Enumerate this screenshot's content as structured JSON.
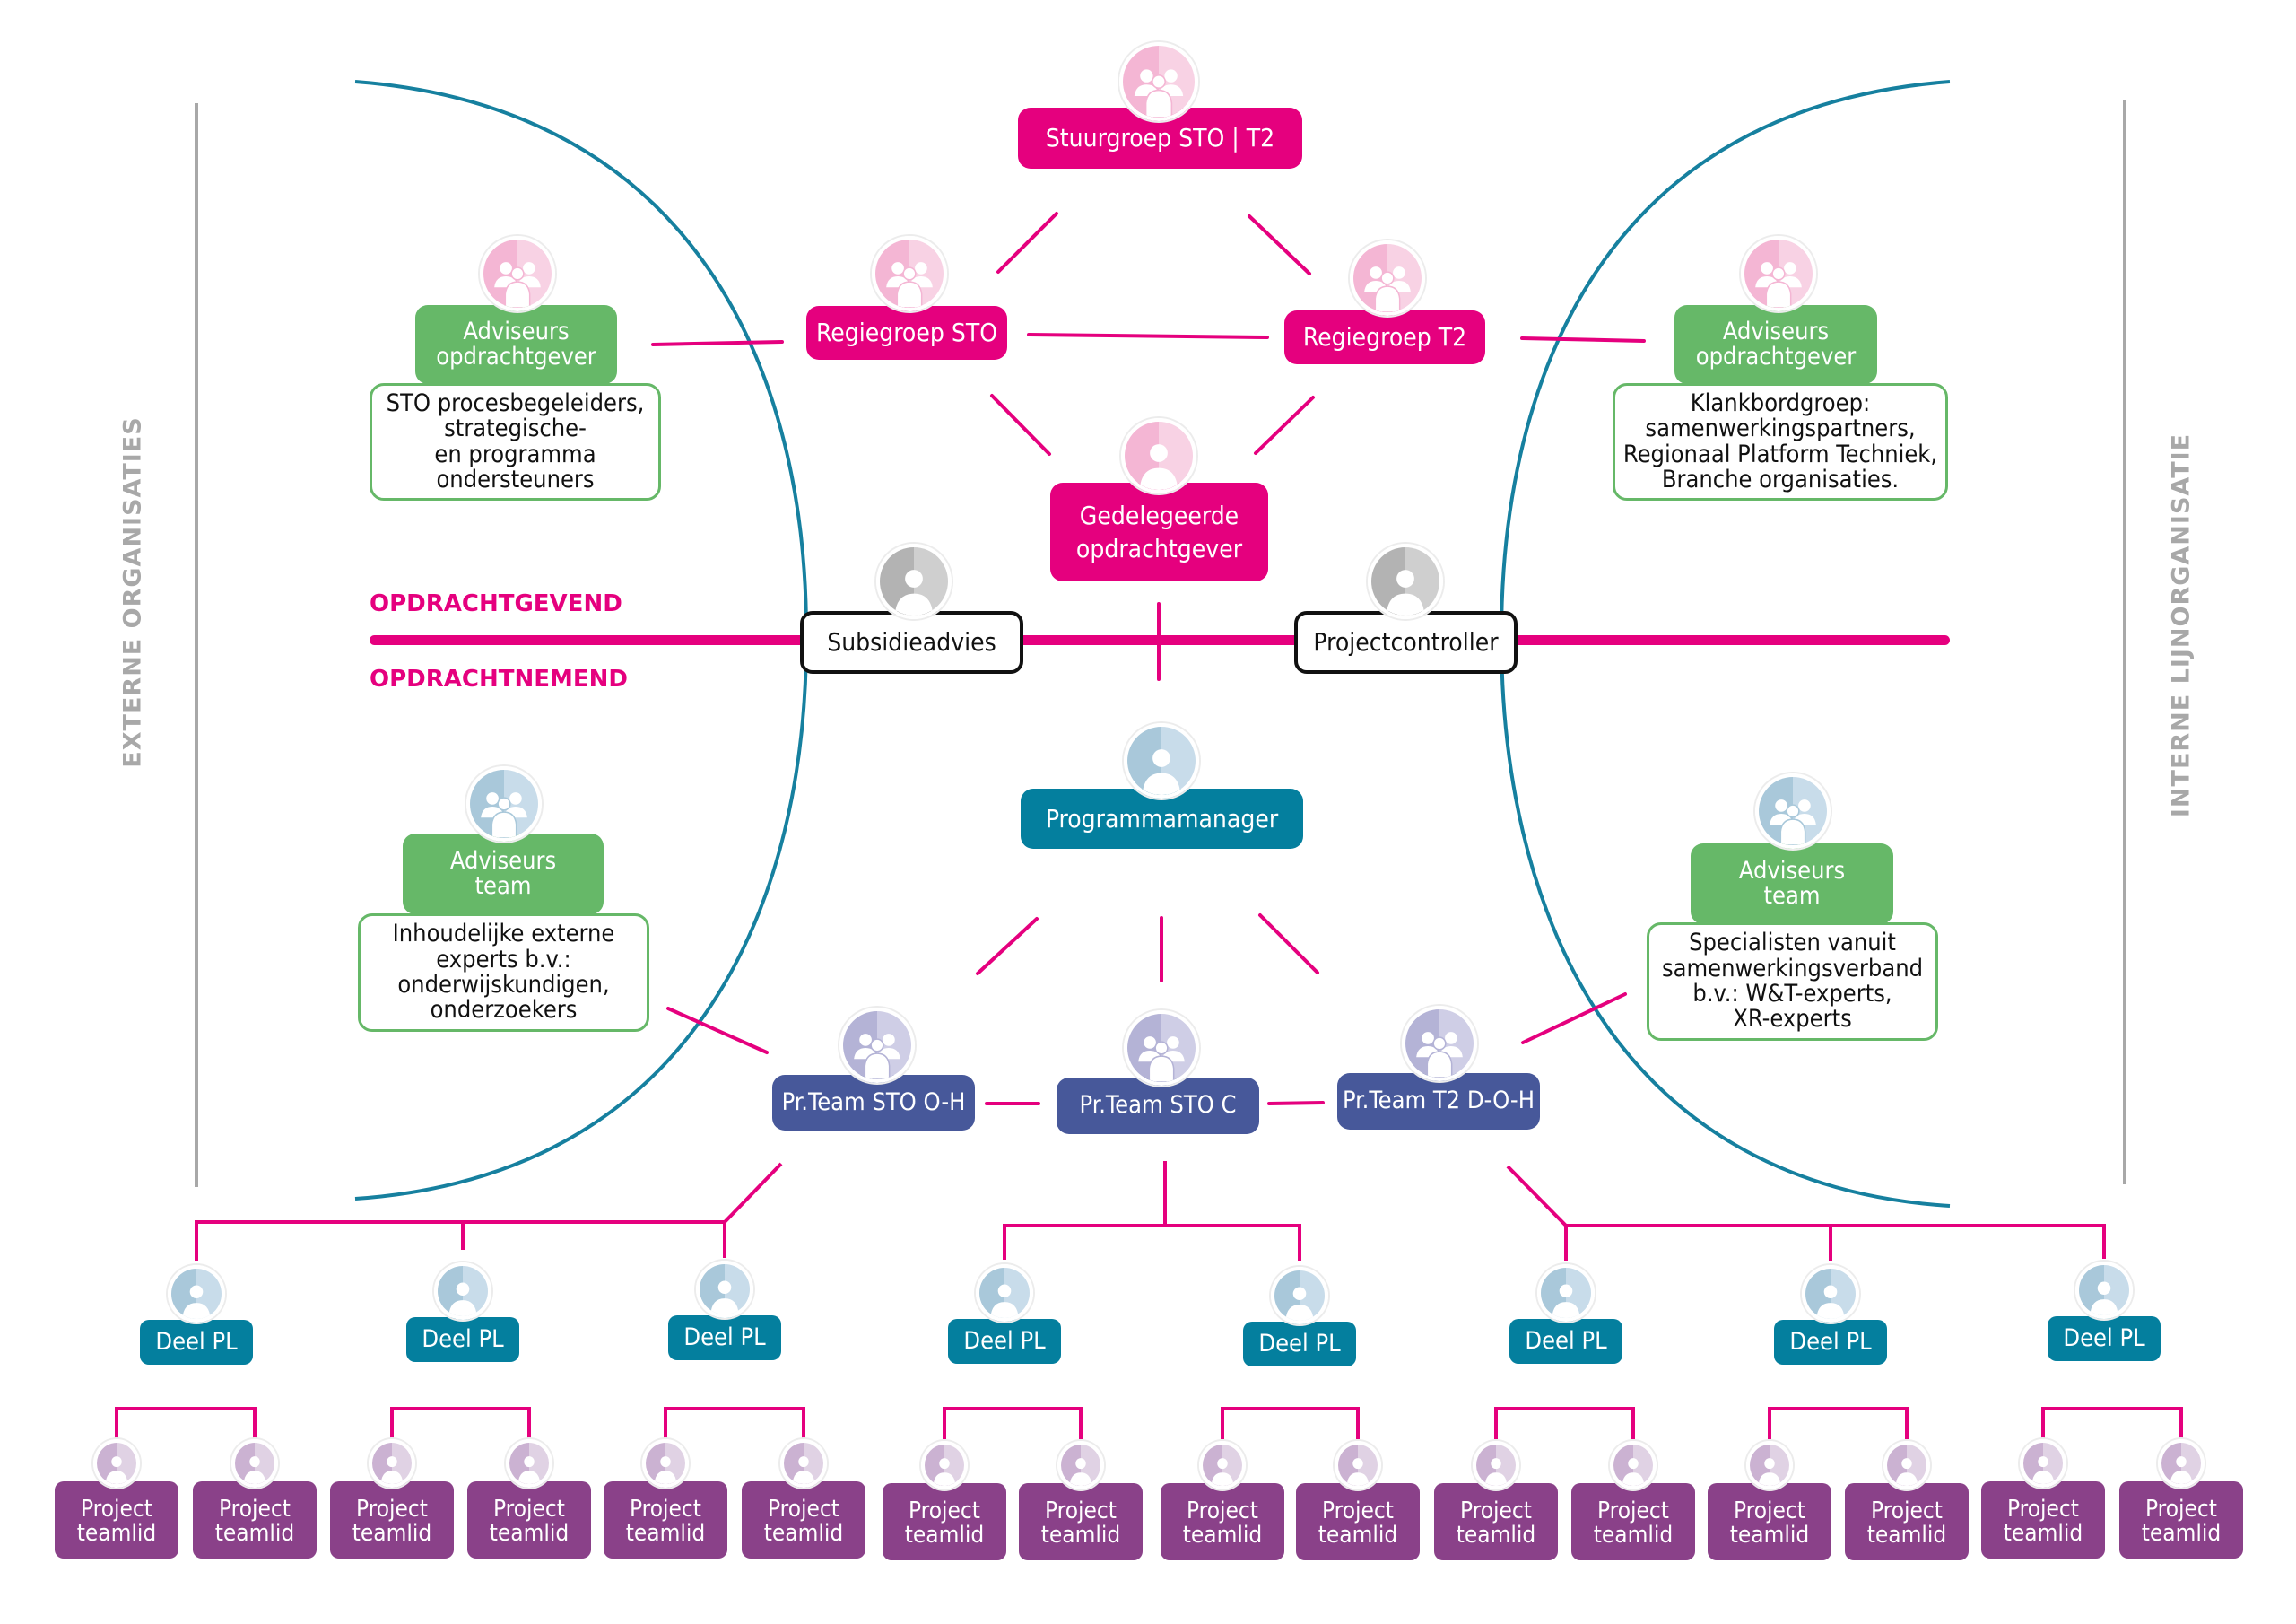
{
  "colors": {
    "magenta": "#e5007e",
    "green": "#66b868",
    "teal": "#047f9e",
    "navy": "#47589a",
    "purple": "#8a4189",
    "arc": "#16809f",
    "side_gray": "#a8a8a8"
  },
  "side_labels": {
    "left": "EXTERNE ORGANISATIES",
    "right": "INTERNE LIJNORGANISATIE"
  },
  "divider": {
    "top_label": "OPDRACHTGEVEND",
    "bottom_label": "OPDRACHTNEMEND"
  },
  "top": {
    "stuurgroep": {
      "label": "Stuurgroep STO | T2",
      "icon": "group-icon"
    },
    "regiegroep_sto": {
      "label": "Regiegroep STO",
      "icon": "group-icon"
    },
    "regiegroep_t2": {
      "label": "Regiegroep T2",
      "icon": "group-icon"
    },
    "gedelegeerde": {
      "line1": "Gedelegeerde",
      "line2": "opdrachtgever",
      "icon": "person-icon"
    }
  },
  "advisors_client_left": {
    "title_line1": "Adviseurs",
    "title_line2": "opdrachtgever",
    "icon": "group-icon",
    "desc": [
      "STO procesbegeleiders,",
      "strategische-",
      "en programma",
      "ondersteuners"
    ]
  },
  "advisors_client_right": {
    "title_line1": "Adviseurs",
    "title_line2": "opdrachtgever",
    "icon": "group-icon",
    "desc": [
      "Klankbordgroep:",
      "samenwerkingspartners,",
      "Regionaal Platform Techniek,",
      "Branche organisaties."
    ]
  },
  "subsidieadvies": {
    "label": "Subsidieadvies",
    "icon": "person-icon"
  },
  "projectcontroller": {
    "label": "Projectcontroller",
    "icon": "person-icon"
  },
  "programmamanager": {
    "label": "Programmamanager",
    "icon": "person-icon"
  },
  "advisors_team_left": {
    "title_line1": "Adviseurs",
    "title_line2": "team",
    "icon": "group-icon",
    "desc": [
      "Inhoudelijke externe",
      "experts b.v.:",
      "onderwijskundigen,",
      "onderzoekers"
    ]
  },
  "advisors_team_right": {
    "title_line1": "Adviseurs",
    "title_line2": "team",
    "icon": "group-icon",
    "desc": [
      "Specialisten vanuit",
      "samenwerkingsverband",
      "b.v.: W&T-experts,",
      "XR-experts"
    ]
  },
  "project_teams": [
    {
      "label": "Pr.Team STO O-H",
      "icon": "group-icon"
    },
    {
      "label": "Pr.Team STO C",
      "icon": "group-icon"
    },
    {
      "label": "Pr.Team T2 D-O-H",
      "icon": "group-icon"
    }
  ],
  "deel_pl": [
    {
      "label": "Deel PL"
    },
    {
      "label": "Deel PL"
    },
    {
      "label": "Deel PL"
    },
    {
      "label": "Deel PL"
    },
    {
      "label": "Deel PL"
    },
    {
      "label": "Deel PL"
    },
    {
      "label": "Deel PL"
    },
    {
      "label": "Deel PL"
    }
  ],
  "teamlid": {
    "line1": "Project",
    "line2": "teamlid",
    "count": 16
  }
}
